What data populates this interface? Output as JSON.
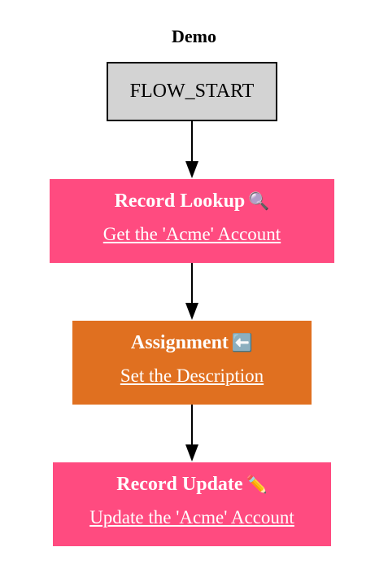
{
  "diagram": {
    "title": "Demo",
    "start_label": "FLOW_START",
    "nodes": [
      {
        "type_label": "Record Lookup",
        "icon": "🔍",
        "icon_name": "magnifier-icon",
        "link_text": "Get the 'Acme' Account",
        "color": "#ff4b80"
      },
      {
        "type_label": "Assignment",
        "icon": "⬅️",
        "icon_name": "left-arrow-icon",
        "link_text": "Set the Description",
        "color": "#e07020"
      },
      {
        "type_label": "Record Update",
        "icon": "✏️",
        "icon_name": "pencil-icon",
        "link_text": "Update the 'Acme' Account",
        "color": "#ff4b80"
      }
    ]
  }
}
